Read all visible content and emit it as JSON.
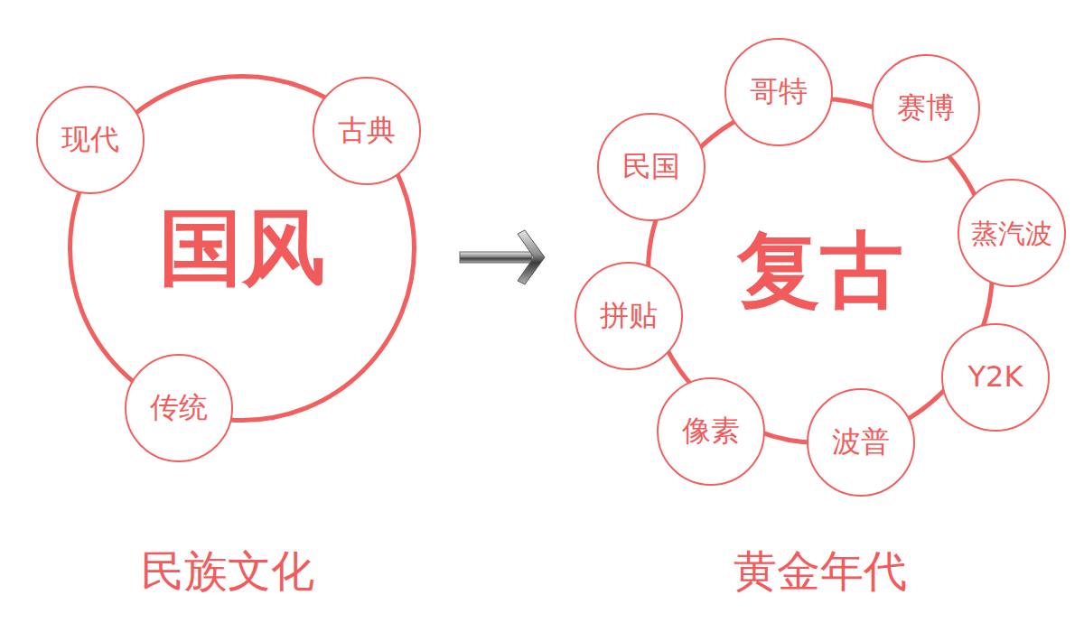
{
  "diagram": {
    "nodes": [
      {
        "text": [
          "国风"
        ]
      },
      {
        "text": [
          "现代"
        ]
      },
      {
        "text": [
          "古典"
        ]
      },
      {
        "text": [
          "传统"
        ]
      },
      {
        "text": [
          "复古"
        ]
      },
      {
        "text": [
          "哥特"
        ]
      },
      {
        "text": [
          "赛博"
        ]
      },
      {
        "text": [
          "蒸汽波"
        ]
      },
      {
        "text": [
          "Y2K"
        ]
      },
      {
        "text": [
          "波普"
        ]
      },
      {
        "text": [
          "像素"
        ]
      },
      {
        "text": [
          "拼贴"
        ]
      },
      {
        "text": [
          "民国"
        ]
      }
    ],
    "edges": [
      {
        "from": 0,
        "to": 4,
        "arrow": "to"
      }
    ],
    "labels": [
      "民族文化",
      "黄金年代"
    ]
  }
}
